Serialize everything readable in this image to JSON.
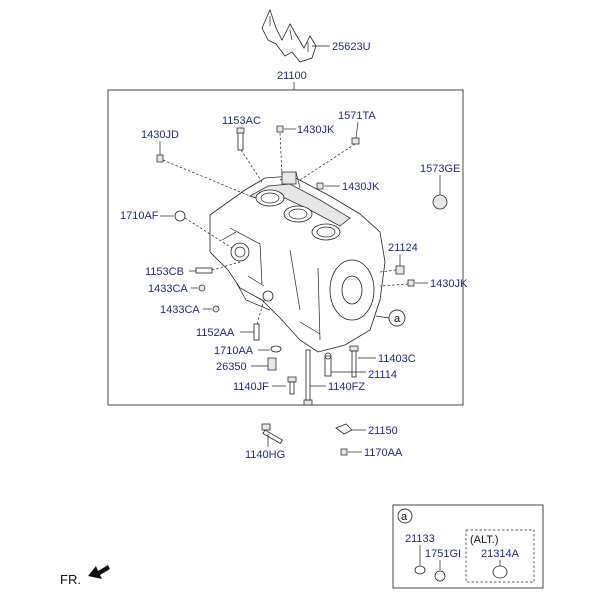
{
  "title_part": "21100",
  "labels": {
    "p25623U": "25623U",
    "p1153AC": "1153AC",
    "p1430JK_a": "1430JK",
    "p1571TA": "1571TA",
    "p1430JD": "1430JD",
    "p1573GE": "1573GE",
    "p1430JK_b": "1430JK",
    "p1710AF": "1710AF",
    "p21124": "21124",
    "p1153CB": "1153CB",
    "p1433CA_a": "1433CA",
    "p1430JK_c": "1430JK",
    "p1433CA_b": "1433CA",
    "callout_a": "a",
    "p1152AA": "1152AA",
    "p1710AA": "1710AA",
    "p11403C": "11403C",
    "p26350": "26350",
    "p21114": "21114",
    "p1140JF": "1140JF",
    "p1140FZ": "1140FZ",
    "p21150": "21150",
    "p1140HG": "1140HG",
    "p1170AA": "1170AA"
  },
  "inset": {
    "callout": "a",
    "p21133": "21133",
    "p1751GI": "1751GI",
    "alt_label": "(ALT.)",
    "p21314A": "21314A"
  },
  "direction_label": "FR."
}
